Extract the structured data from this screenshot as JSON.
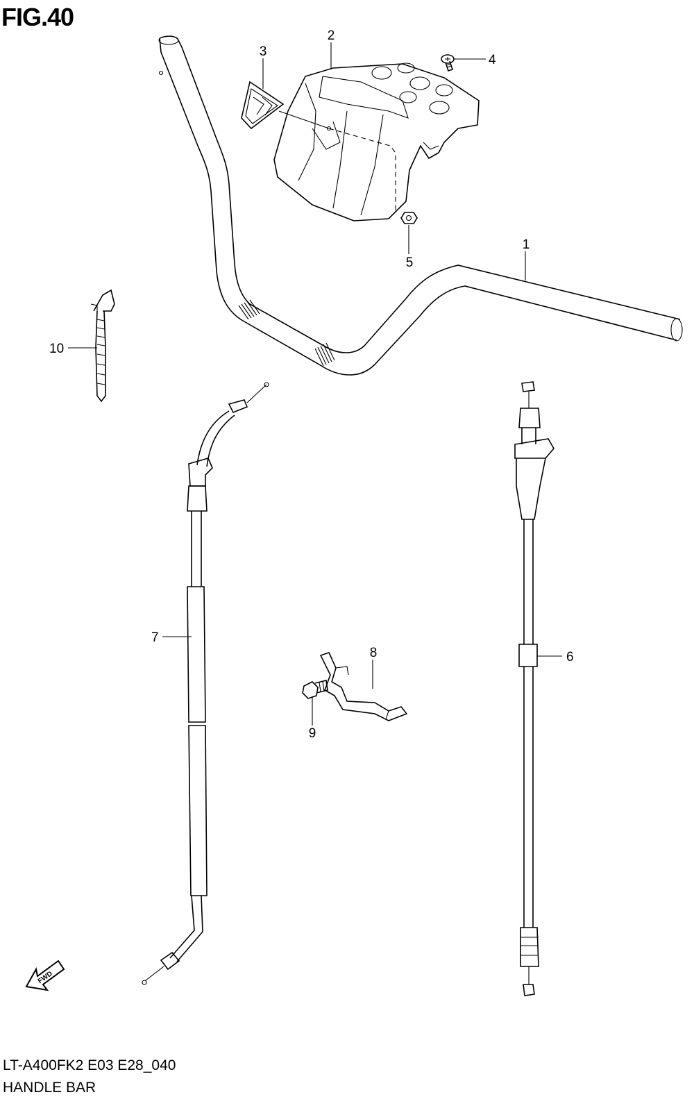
{
  "figure": {
    "label": "FIG.40",
    "model_code": "LT-A400FK2 E03 E28_040",
    "title": "HANDLE BAR"
  },
  "callouts": [
    "1",
    "2",
    "3",
    "4",
    "5",
    "6",
    "7",
    "8",
    "9",
    "10"
  ],
  "fwd_label": "FWD"
}
